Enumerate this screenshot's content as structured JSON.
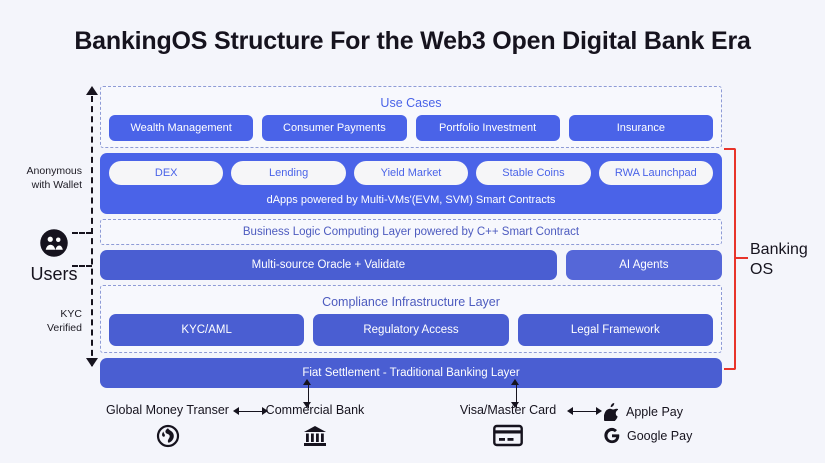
{
  "title": "BankingOS Structure For the Web3 Open Digital Bank Era",
  "use_cases": {
    "caption": "Use Cases",
    "items": [
      {
        "label": "Wealth Management"
      },
      {
        "label": "Consumer Payments"
      },
      {
        "label": "Portfolio Investment"
      },
      {
        "label": "Insurance"
      }
    ]
  },
  "dapps": {
    "items": [
      {
        "label": "DEX"
      },
      {
        "label": "Lending"
      },
      {
        "label": "Yield Market"
      },
      {
        "label": "Stable Coins"
      },
      {
        "label": "RWA Launchpad"
      }
    ],
    "caption": "dApps powered by Multi-VMs'(EVM, SVM) Smart Contracts"
  },
  "business_logic": {
    "caption": "Business Logic Computing Layer powered by C++ Smart Contract",
    "oracle_label": "Multi-source Oracle + Validate",
    "agents_label": "AI Agents"
  },
  "compliance": {
    "caption": "Compliance Infrastructure Layer",
    "items": [
      {
        "label": "KYC/AML"
      },
      {
        "label": "Regulatory Access"
      },
      {
        "label": "Legal Framework"
      }
    ]
  },
  "fiat": {
    "label": "Fiat Settlement - Traditional Banking Layer"
  },
  "left_annotations": {
    "anonymous": "Anonymous\nwith Wallet",
    "anonymous_line1": "Anonymous",
    "anonymous_line2": "with Wallet",
    "kyc_line1": "KYC",
    "kyc_line2": "Verified",
    "users_label": "Users",
    "users_icon": "users-icon"
  },
  "right_annotation": {
    "line1": "Banking",
    "line2": "OS"
  },
  "bottom": {
    "global_money": {
      "label": "Global Money Transer",
      "icon": "globe-icon"
    },
    "commercial_bank": {
      "label": "Commercial Bank",
      "icon": "bank-icon"
    },
    "card": {
      "label": "Visa/Master Card",
      "icon": "credit-card-icon"
    },
    "apple_pay": {
      "label": "Apple Pay",
      "icon": "apple-logo-icon"
    },
    "google_pay": {
      "label": "Google Pay",
      "icon": "google-g-icon"
    }
  },
  "colors": {
    "background": "#f4f5fb",
    "primary_blue": "#4a63e8",
    "muted_blue": "#4a5ed2",
    "accent_red": "#e8342a",
    "dark_text": "#16131e"
  }
}
